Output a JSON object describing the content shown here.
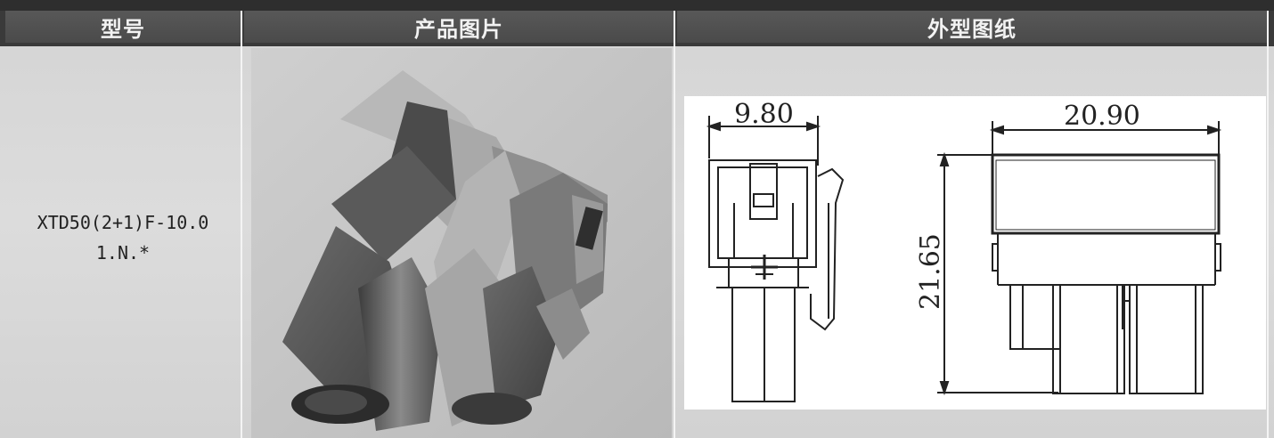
{
  "table": {
    "headers": {
      "model": "型号",
      "photo": "产品图片",
      "drawing": "外型图纸"
    },
    "row": {
      "model_line1": "XTD50(2+1)F-10.0",
      "model_line2": "1.N.*"
    }
  },
  "drawing": {
    "dim_width_side": "9.80",
    "dim_width_front": "20.90",
    "dim_height": "21.65",
    "polarity_mark": "+"
  }
}
